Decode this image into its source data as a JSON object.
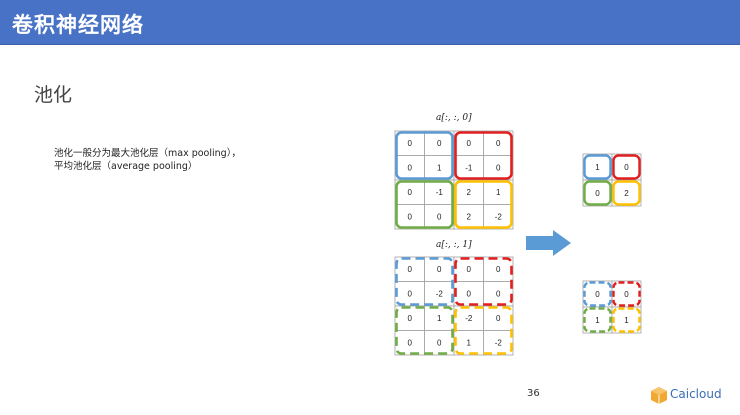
{
  "header": {
    "title": "卷积神经网络"
  },
  "section": {
    "title": "池化"
  },
  "description": {
    "line1": "池化一般分为最大池化层（max pooling），",
    "line2": "平均池化层（average pooling）"
  },
  "labels": {
    "slice0": "a[:, :, 0]",
    "slice1": "a[:, :, 1]"
  },
  "matrix0": [
    [
      "0",
      "0",
      "0",
      "0"
    ],
    [
      "0",
      "1",
      "-1",
      "0"
    ],
    [
      "0",
      "-1",
      "2",
      "1"
    ],
    [
      "0",
      "0",
      "2",
      "-2"
    ]
  ],
  "matrix1": [
    [
      "0",
      "0",
      "0",
      "0"
    ],
    [
      "0",
      "-2",
      "0",
      "0"
    ],
    [
      "0",
      "1",
      "-2",
      "0"
    ],
    [
      "0",
      "0",
      "1",
      "-2"
    ]
  ],
  "result0": [
    [
      "1",
      "0"
    ],
    [
      "0",
      "2"
    ]
  ],
  "result1": [
    [
      "0",
      "0"
    ],
    [
      "1",
      "1"
    ]
  ],
  "colors": {
    "blue": "#5b9bd5",
    "red": "#e02020",
    "green": "#70ad47",
    "orange": "#ffc000",
    "arrow": "#5b9bd5",
    "header": "#4872c6"
  },
  "footer": {
    "page": "36",
    "logo": "Caicloud"
  }
}
